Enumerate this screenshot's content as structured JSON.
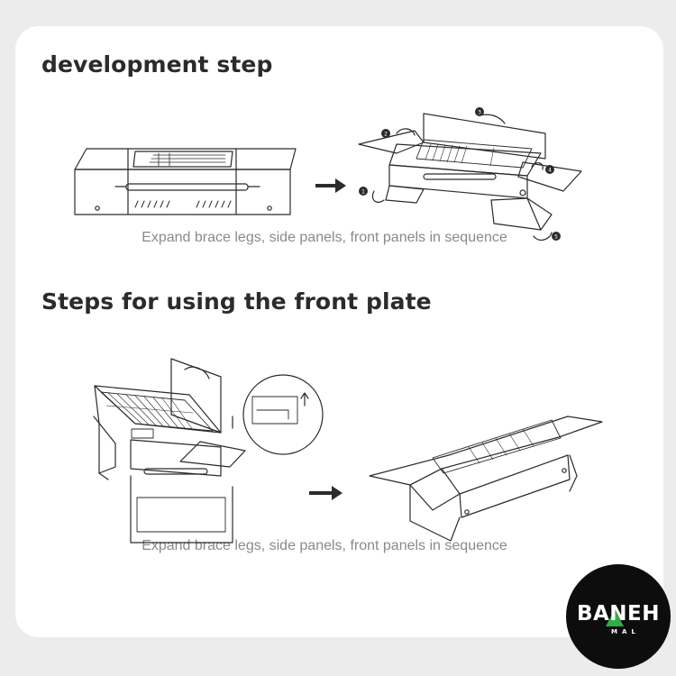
{
  "sections": [
    {
      "heading": "development step",
      "caption": "Expand brace legs, side panels, front panels in sequence",
      "step_markers": [
        "1",
        "2",
        "3",
        "4",
        "5"
      ]
    },
    {
      "heading": "Steps for using the front plate",
      "caption": "Expand brace legs, side panels, front panels in sequence"
    }
  ],
  "badge": {
    "brand_main": "BANEH",
    "brand_sub": "MAL",
    "accent_color": "#2fae45"
  }
}
